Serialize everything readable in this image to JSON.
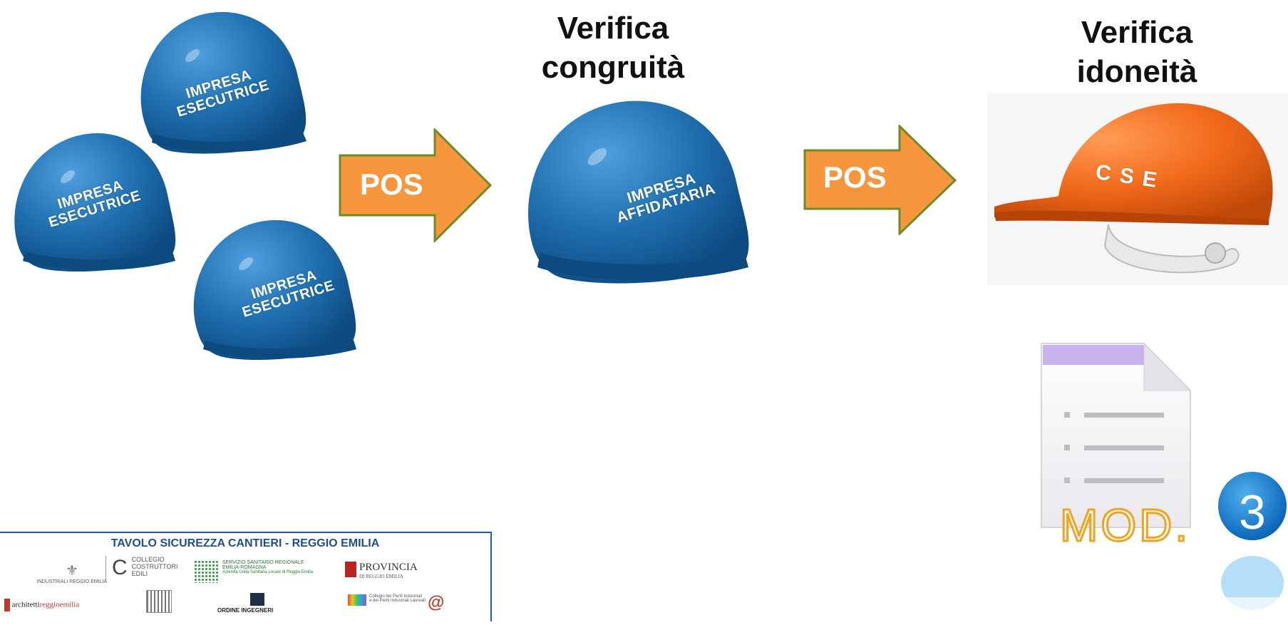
{
  "titles": {
    "congruita": [
      "Verifica",
      "congruità"
    ],
    "idoneita": [
      "Verifica",
      "idoneità"
    ]
  },
  "helmets": {
    "executors": [
      {
        "line1": "IMPRESA",
        "line2": "ESECUTRICE"
      },
      {
        "line1": "IMPRESA",
        "line2": "ESECUTRICE"
      },
      {
        "line1": "IMPRESA",
        "line2": "ESECUTRICE"
      }
    ],
    "affidataria": {
      "line1": "IMPRESA",
      "line2": "AFFIDATARIA"
    },
    "cse": "C S E"
  },
  "arrows": [
    {
      "label": "POS"
    },
    {
      "label": "POS"
    }
  ],
  "document": {
    "mod_label": "MOD.",
    "mod_number": "3"
  },
  "logos": {
    "header": "TAVOLO SICUREZZA CANTIERI - REGGIO EMILIA",
    "items": {
      "industriali": "INDUSTRIALI REGGIO EMILIA",
      "collegio_1": "COLLEGIO",
      "collegio_2": "COSTRUTTORI",
      "collegio_3": "EDILI",
      "servizio_1": "SERVIZIO SANITARIO REGIONALE",
      "servizio_2": "EMILIA-ROMAGNA",
      "servizio_3": "Azienda Unità Sanitaria Locale di Reggio Emilia",
      "provincia_1": "PROVINCIA",
      "provincia_2": "DI REGGIO EMILIA",
      "architetti_1": "architetti",
      "architetti_2": "reggioemilia",
      "ingegneri": "ORDINE INGEGNERI",
      "periti_1": "Collegio dei Periti Industriali",
      "periti_2": "e dei Periti Industriali Laureati"
    }
  },
  "colors": {
    "helmet_blue": "#1f6fb0",
    "helmet_orange": "#f26a1b",
    "arrow_fill": "#f7963c",
    "arrow_border": "#6b8e23",
    "logo_border": "#1f5fa8"
  }
}
